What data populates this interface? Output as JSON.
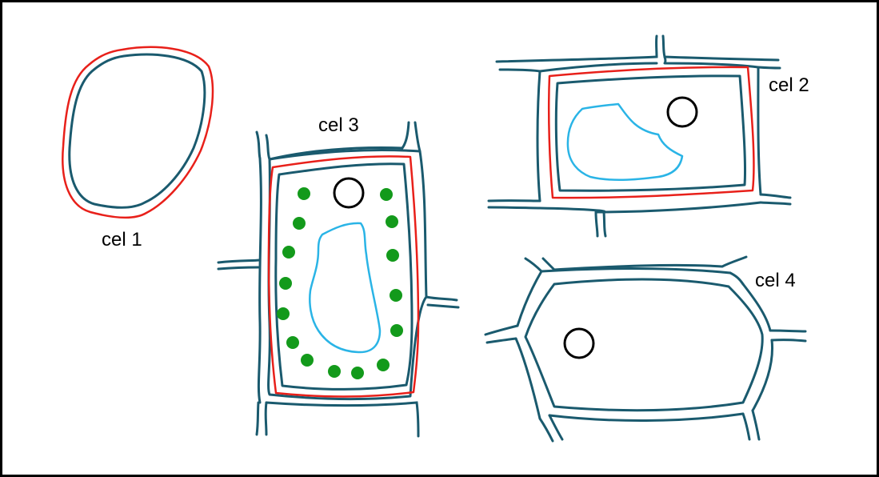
{
  "labels": {
    "cel1": "cel 1",
    "cel2": "cel 2",
    "cel3": "cel 3",
    "cel4": "cel 4"
  },
  "colors": {
    "cell_wall": "#1a5a6e",
    "cell_membrane": "#e8201a",
    "vacuole": "#2ab4e6",
    "chloroplast": "#139a1b",
    "nucleus": "#000000",
    "frame": "#000000"
  }
}
